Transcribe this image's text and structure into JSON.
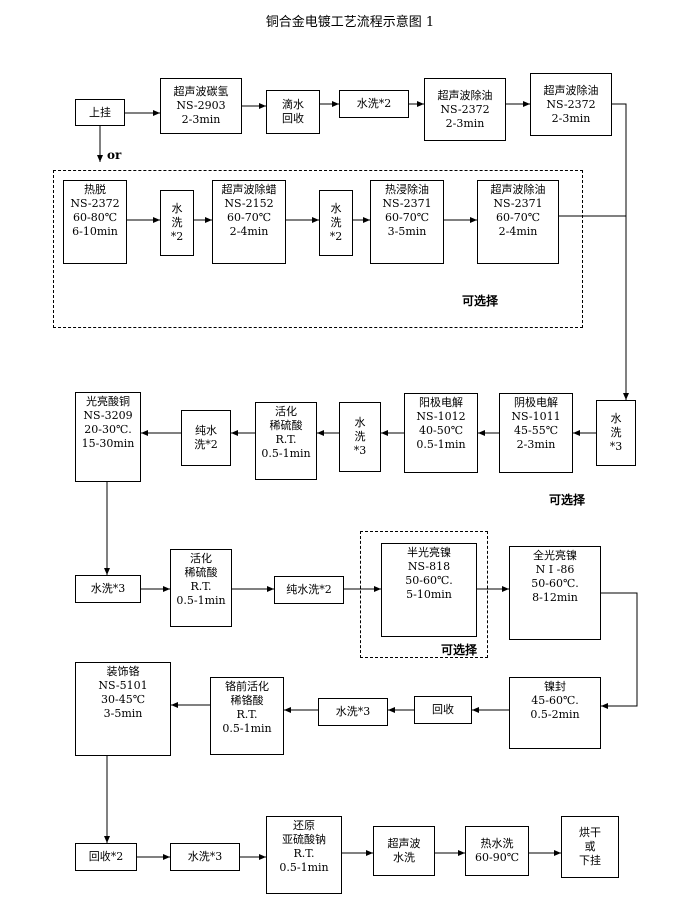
{
  "title": "铜合金电镀工艺流程示意图 1",
  "labels": {
    "or": "or",
    "optional": "可选择"
  },
  "steps": {
    "hang": [
      "上挂"
    ],
    "us_carbon": [
      "超声波碳氢",
      "NS-2903",
      "2-3min"
    ],
    "drip": [
      "滴水",
      "回收"
    ],
    "rinse1": [
      "水洗*2"
    ],
    "us_degrease1": [
      "超声波除油",
      "NS-2372",
      "2-3min"
    ],
    "us_degrease2": [
      "超声波除油",
      "NS-2372",
      "2-3min"
    ],
    "hot_strip": [
      "热脱",
      "NS-2372",
      "60-80℃",
      "6-10min"
    ],
    "rinse_a": [
      "水",
      "洗",
      "*2"
    ],
    "us_wax": [
      "超声波除蜡",
      "NS-2152",
      "60-70℃",
      "2-4min"
    ],
    "rinse_b": [
      "水",
      "洗",
      "*2"
    ],
    "hot_soak": [
      "热浸除油",
      "NS-2371",
      "60-70℃",
      "3-5min"
    ],
    "us_degrease3": [
      "超声波除油",
      "NS-2371",
      "60-70℃",
      "2-4min"
    ],
    "rinse_r": [
      "水",
      "洗",
      "*3"
    ],
    "cathode": [
      "阴极电解",
      "NS-1011",
      "45-55℃",
      "2-3min"
    ],
    "anode": [
      "阳极电解",
      "NS-1012",
      "40-50℃",
      "0.5-1min"
    ],
    "rinse_m": [
      "水",
      "洗",
      "*3"
    ],
    "activate1": [
      "活化",
      "稀硫酸",
      "R.T.",
      "0.5-1min"
    ],
    "pure_rinse1": [
      "纯水",
      "洗*2"
    ],
    "acid_copper": [
      "光亮酸铜",
      "NS-3209",
      "20-30℃.",
      "15-30min"
    ],
    "rinse3": [
      "水洗*3"
    ],
    "activate2": [
      "活化",
      "稀硫酸",
      "R.T.",
      "0.5-1min"
    ],
    "pure_rinse2": [
      "纯水洗*2"
    ],
    "semi_nickel": [
      "半光亮镍",
      "NS-818",
      "50-60℃.",
      "5-10min"
    ],
    "bright_nickel": [
      "全光亮镍",
      "N I -86",
      "50-60℃.",
      "8-12min"
    ],
    "nickel_seal": [
      "镍封",
      "45-60℃.",
      "0.5-2min"
    ],
    "recover1": [
      "回收"
    ],
    "rinse4": [
      "水洗*3"
    ],
    "pre_chrome": [
      "铬前活化",
      "稀铬酸",
      "R.T.",
      "0.5-1min"
    ],
    "chrome": [
      "装饰铬",
      "NS-5101",
      "30-45℃",
      "3-5min"
    ],
    "recover2": [
      "回收*2"
    ],
    "rinse5": [
      "水洗*3"
    ],
    "reduce": [
      "还原",
      "亚硫酸钠",
      "R.T.",
      "0.5-1min"
    ],
    "us_rinse": [
      "超声波",
      "水洗"
    ],
    "hot_rinse": [
      "热水洗",
      "60-90℃"
    ],
    "dry": [
      "烘干",
      "或",
      "下挂"
    ]
  }
}
